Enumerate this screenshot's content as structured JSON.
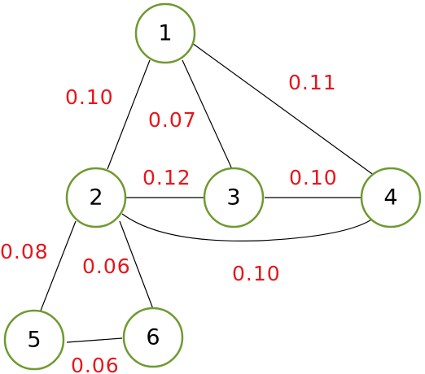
{
  "colors": {
    "node_stroke": "#6e9a2f",
    "weight_text": "#e8151b",
    "edge": "#000000"
  },
  "nodes": [
    {
      "id": "n1",
      "label": "1"
    },
    {
      "id": "n2",
      "label": "2"
    },
    {
      "id": "n3",
      "label": "3"
    },
    {
      "id": "n4",
      "label": "4"
    },
    {
      "id": "n5",
      "label": "5"
    },
    {
      "id": "n6",
      "label": "6"
    }
  ],
  "edges": [
    {
      "from": "1",
      "to": "2",
      "weight": "0.10"
    },
    {
      "from": "1",
      "to": "3",
      "weight": "0.07"
    },
    {
      "from": "1",
      "to": "4",
      "weight": "0.11"
    },
    {
      "from": "2",
      "to": "3",
      "weight": "0.12"
    },
    {
      "from": "3",
      "to": "4",
      "weight": "0.10"
    },
    {
      "from": "2",
      "to": "4",
      "weight": "0.10"
    },
    {
      "from": "2",
      "to": "5",
      "weight": "0.08"
    },
    {
      "from": "2",
      "to": "6",
      "weight": "0.06"
    },
    {
      "from": "5",
      "to": "6",
      "weight": "0.06"
    }
  ]
}
